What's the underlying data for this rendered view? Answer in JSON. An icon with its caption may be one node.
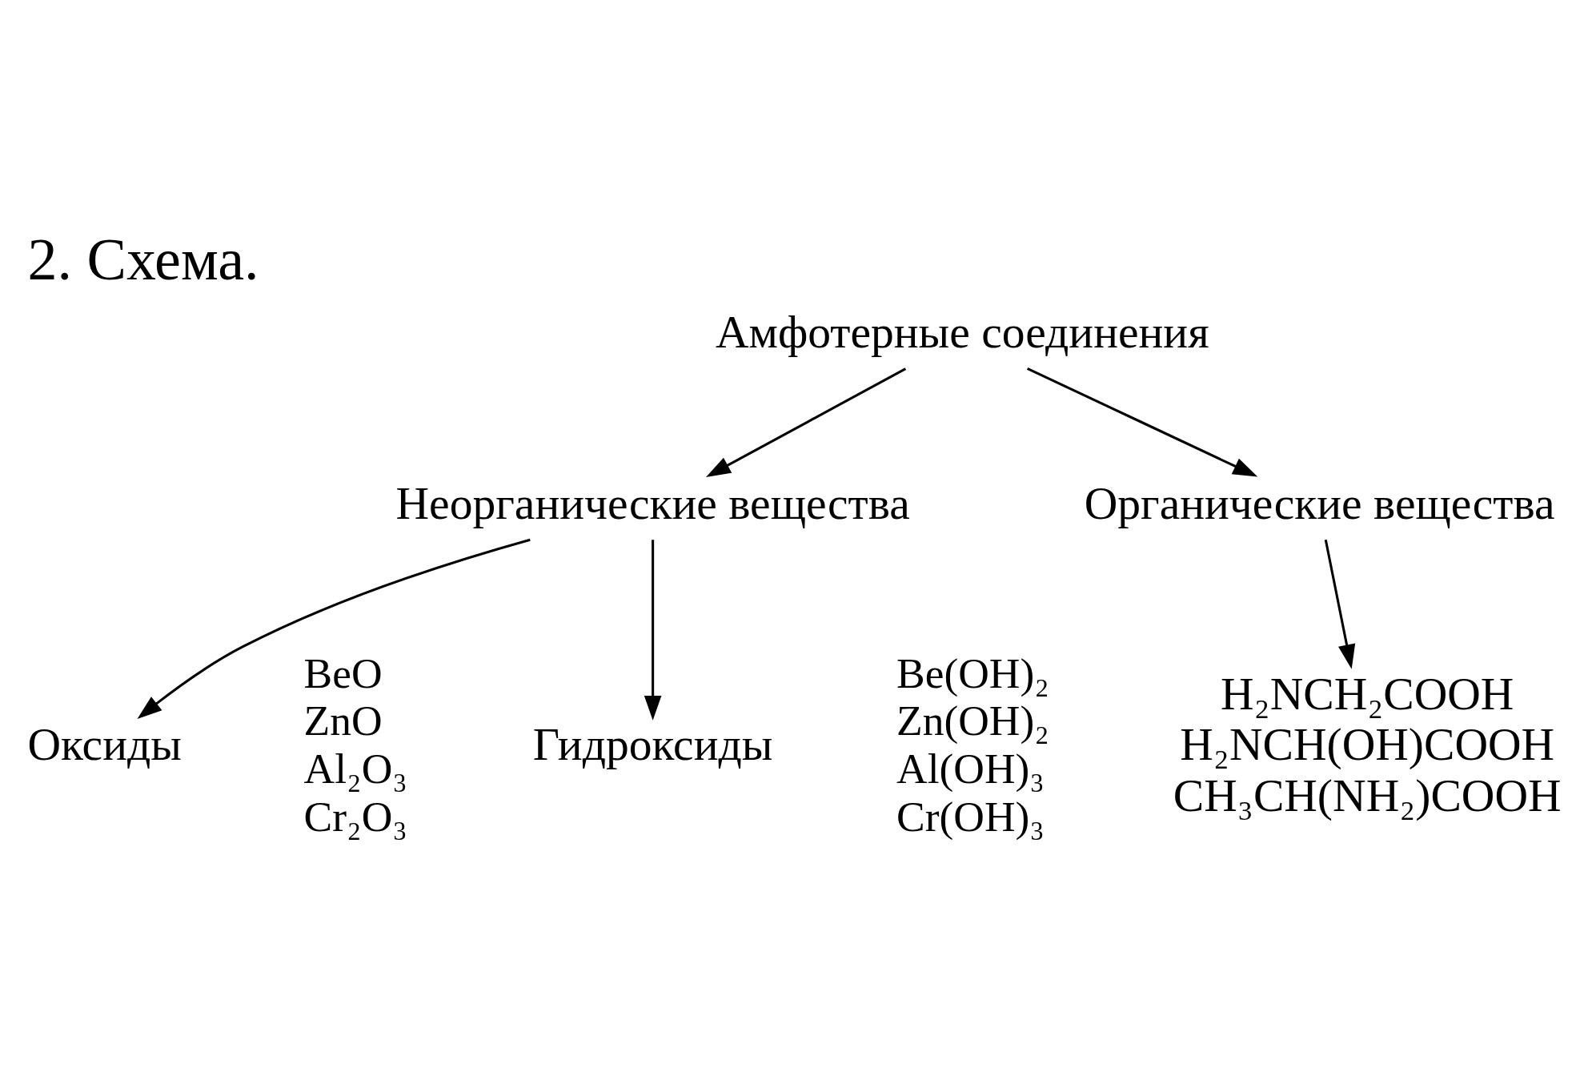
{
  "diagram": {
    "title": "2. Схема.",
    "nodes": [
      {
        "text": [
          "Амфотерные соединения"
        ]
      },
      {
        "text": [
          "Неорганические вещества"
        ]
      },
      {
        "text": [
          "Органические вещества"
        ]
      },
      {
        "text": [
          "Оксиды"
        ],
        "beside": [
          "BeO",
          "ZnO",
          "Al₂O₃",
          "Cr₂O₃"
        ]
      },
      {
        "text": [
          "Гидроксиды"
        ],
        "beside": [
          "Be(OH)₂",
          "Zn(OH)₂",
          "Al(OH)₃",
          "Cr(OH)₃"
        ]
      },
      {
        "text": [
          "H₂NCH₂COOH",
          "H₂NCH(OH)COOH",
          "CH₃CH(NH₂)COOH"
        ]
      }
    ],
    "edges": [
      {
        "from": 0,
        "to": 1,
        "arrow": "to"
      },
      {
        "from": 0,
        "to": 2,
        "arrow": "to"
      },
      {
        "from": 1,
        "to": 3,
        "arrow": "to"
      },
      {
        "from": 1,
        "to": 4,
        "arrow": "to"
      },
      {
        "from": 2,
        "to": 5,
        "arrow": "to"
      }
    ]
  }
}
